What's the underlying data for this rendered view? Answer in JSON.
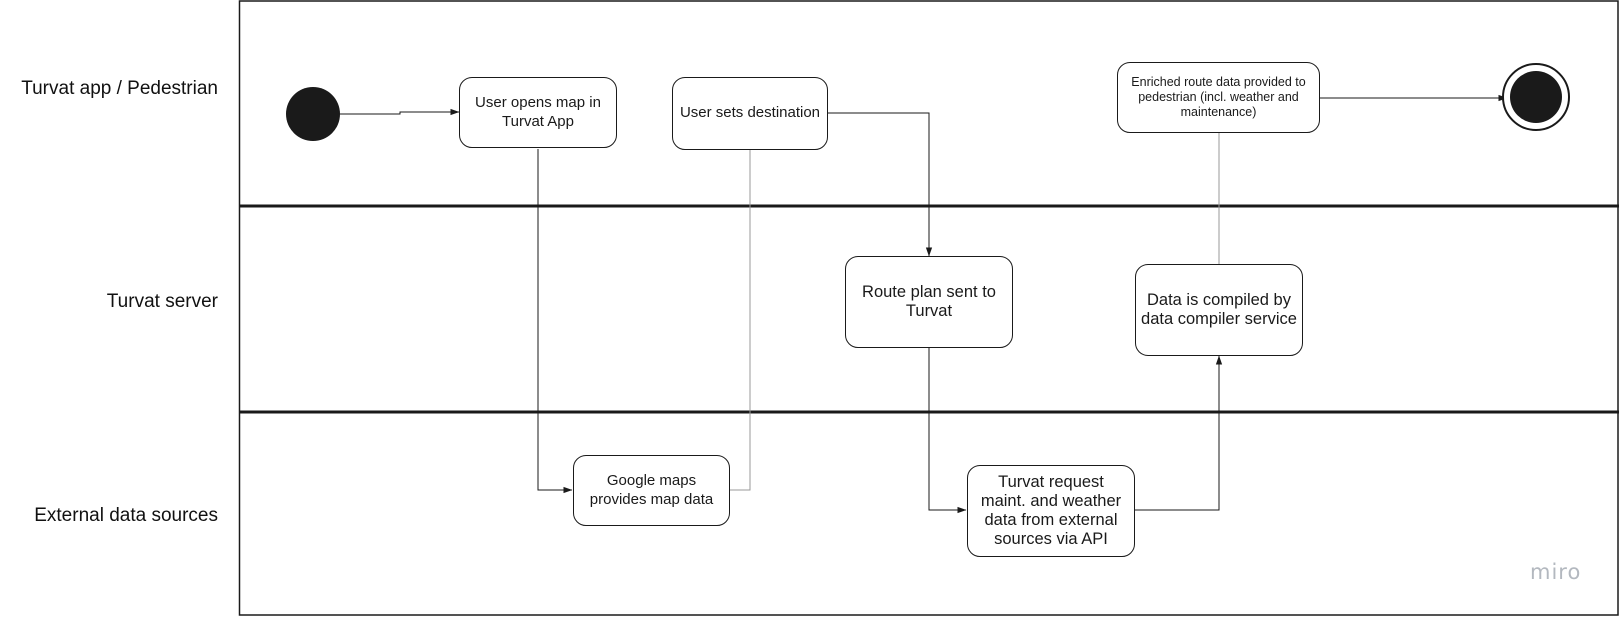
{
  "lanes": [
    {
      "label": "Turvat app / Pedestrian"
    },
    {
      "label": "Turvat server"
    },
    {
      "label": "External data sources"
    }
  ],
  "nodes": {
    "open_map": "User opens map in Turvat App",
    "set_destination": "User sets destination",
    "enriched_route": "Enriched route data provided to pedestrian (incl. weather and maintenance)",
    "route_plan_sent": "Route plan sent to Turvat",
    "data_compiled": "Data is compiled by data compiler service",
    "google_maps": "Google maps provides map data",
    "request_data": "Turvat request maint. and weather data from external sources via API"
  },
  "watermark": "miro",
  "colors": {
    "line": "#1a1a1a",
    "watermark": "#b3b8bf",
    "background": "#ffffff"
  }
}
